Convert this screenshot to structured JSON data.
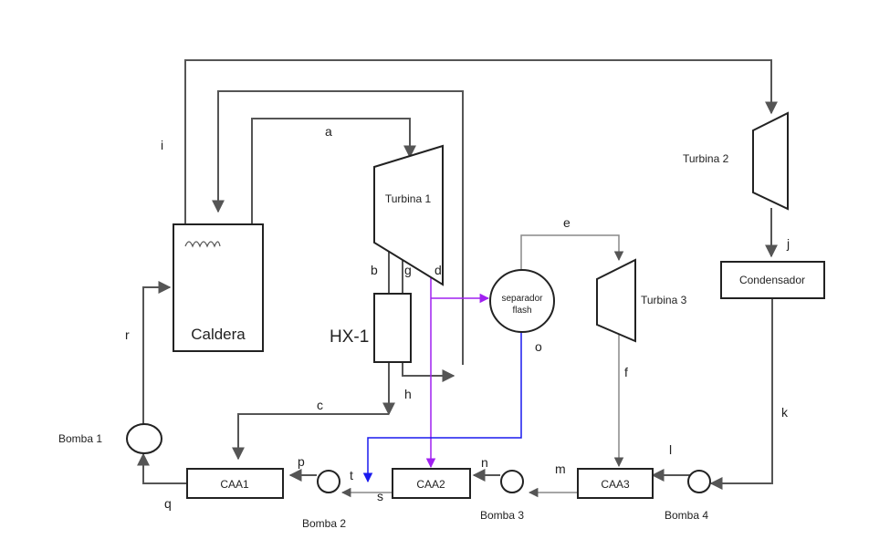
{
  "colors": {
    "line": "#555555",
    "light_line": "#888888",
    "purple": "#a020f0",
    "blue": "#1a1aee"
  },
  "components": {
    "caldera": "Caldera",
    "turbina1": "Turbina 1",
    "turbina2": "Turbina 2",
    "turbina3": "Turbina 3",
    "hx1": "HX-1",
    "separador_line1": "separador",
    "separador_line2": "flash",
    "condensador": "Condensador",
    "caa1": "CAA1",
    "caa2": "CAA2",
    "caa3": "CAA3",
    "bomba1": "Bomba 1",
    "bomba2": "Bomba 2",
    "bomba3": "Bomba 3",
    "bomba4": "Bomba 4"
  },
  "streams": {
    "a": "a",
    "b": "b",
    "c": "c",
    "d": "d",
    "e": "e",
    "f": "f",
    "g": "g",
    "h": "h",
    "i": "i",
    "j": "j",
    "k": "k",
    "l": "l",
    "m": "m",
    "n": "n",
    "o": "o",
    "p": "p",
    "q": "q",
    "r": "r",
    "s": "s",
    "t": "t"
  }
}
